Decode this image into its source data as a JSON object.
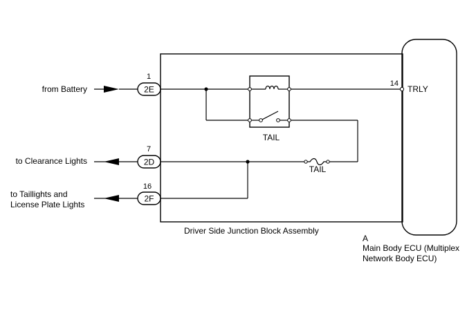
{
  "left_labels": {
    "from_battery": "from Battery",
    "to_clearance": "to Clearance Lights",
    "to_taillights_line1": "to Taillights and",
    "to_taillights_line2": "License Plate Lights"
  },
  "connectors": [
    {
      "pin": "1",
      "code": "2E"
    },
    {
      "pin": "7",
      "code": "2D"
    },
    {
      "pin": "16",
      "code": "2F"
    }
  ],
  "relay_label": "TAIL",
  "fuse_label": "TAIL",
  "junction_block_label": "Driver Side Junction Block Assembly",
  "ecu": {
    "pin": "14",
    "terminal": "TRLY",
    "code": "A",
    "name_line1": "Main Body ECU (Multiplex",
    "name_line2": "Network Body ECU)"
  }
}
